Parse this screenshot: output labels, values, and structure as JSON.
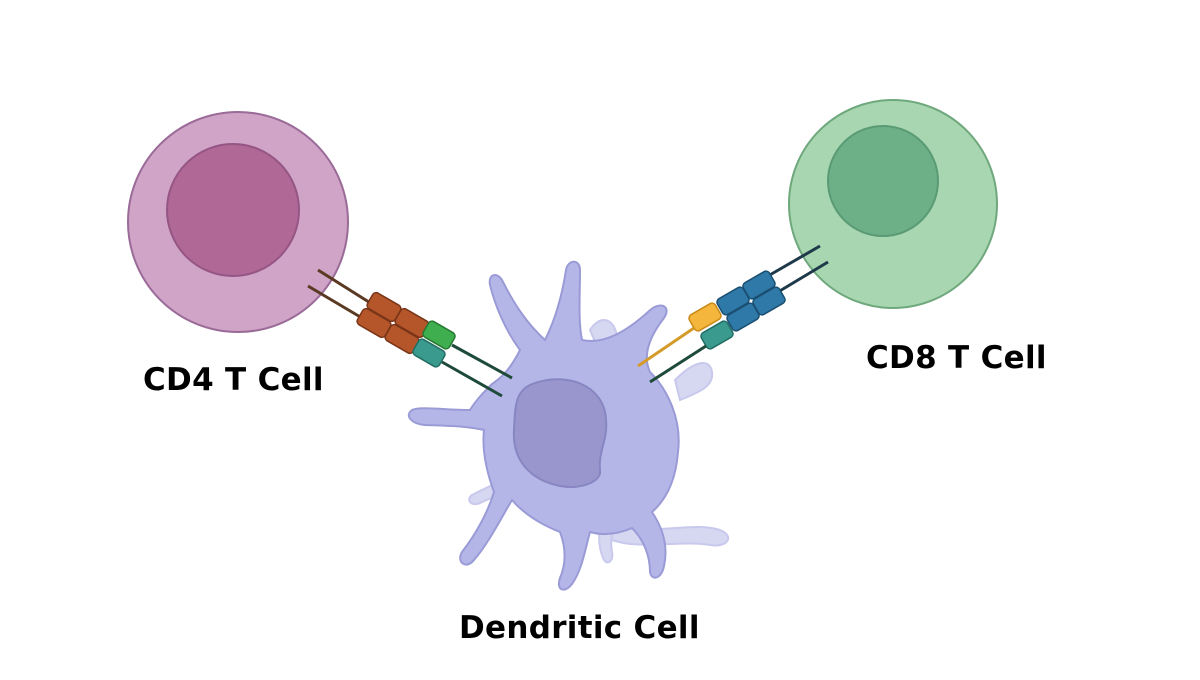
{
  "labels": {
    "cd4": "CD4 T Cell",
    "cd8": "CD8 T Cell",
    "dendritic": "Dendritic Cell"
  },
  "colors": {
    "cd4_membrane": "#cfa4c6",
    "cd4_nucleus": "#b06896",
    "cd8_membrane": "#a8d6b0",
    "cd8_nucleus": "#6db088",
    "dendritic_body": "#b5b6e8",
    "dendritic_nucleus": "#9896cc",
    "tcr_cd4": "#b5562a",
    "tcr_cd8": "#2f79a8",
    "cd4_coreceptor": "#3fae4e",
    "cd8_coreceptor": "#f4b63c",
    "mhc": "#3a9a8e"
  }
}
